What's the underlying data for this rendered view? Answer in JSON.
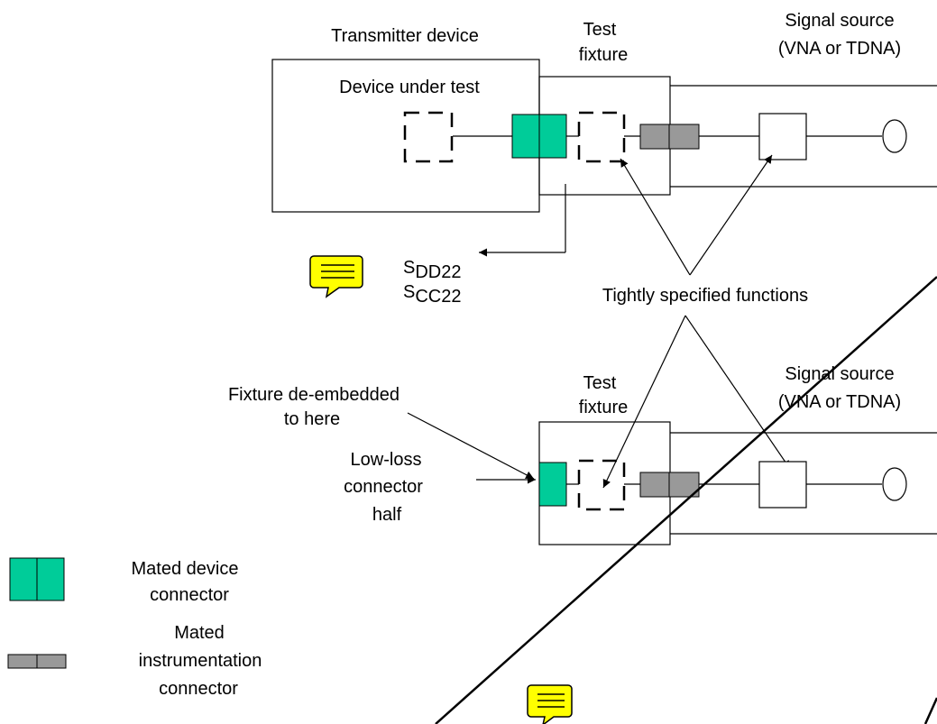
{
  "colors": {
    "device_connector": "#00cc99",
    "instrument_connector": "#999999",
    "note_icon_fill": "#ffff00",
    "line": "#000000"
  },
  "top": {
    "transmitter_label": "Transmitter device",
    "dut_label": "Device under test",
    "fixture_label_1": "Test",
    "fixture_label_2": "fixture",
    "source_label_1": "Signal source",
    "source_label_2": "(VNA or TDNA)",
    "sdd22_main": "S",
    "sdd22_sub": "DD22",
    "scc22_main": "S",
    "scc22_sub": "CC22"
  },
  "middle": {
    "tight_label": "Tightly specified functions"
  },
  "bottom": {
    "fixture_label_1": "Test",
    "fixture_label_2": "fixture",
    "source_label_1": "Signal source",
    "source_label_2": "(VNA or TDNA)",
    "deembed_label_1": "Fixture de-embedded",
    "deembed_label_2": "to here",
    "lowloss_label_1": "Low-loss",
    "lowloss_label_2": "connector",
    "lowloss_label_3": "half"
  },
  "legend": {
    "mated_device_1": "Mated device",
    "mated_device_2": "connector",
    "mated_instr_1": "Mated",
    "mated_instr_2": "instrumentation",
    "mated_instr_3": "connector"
  },
  "icons": [
    "note-icon",
    "note-icon"
  ]
}
